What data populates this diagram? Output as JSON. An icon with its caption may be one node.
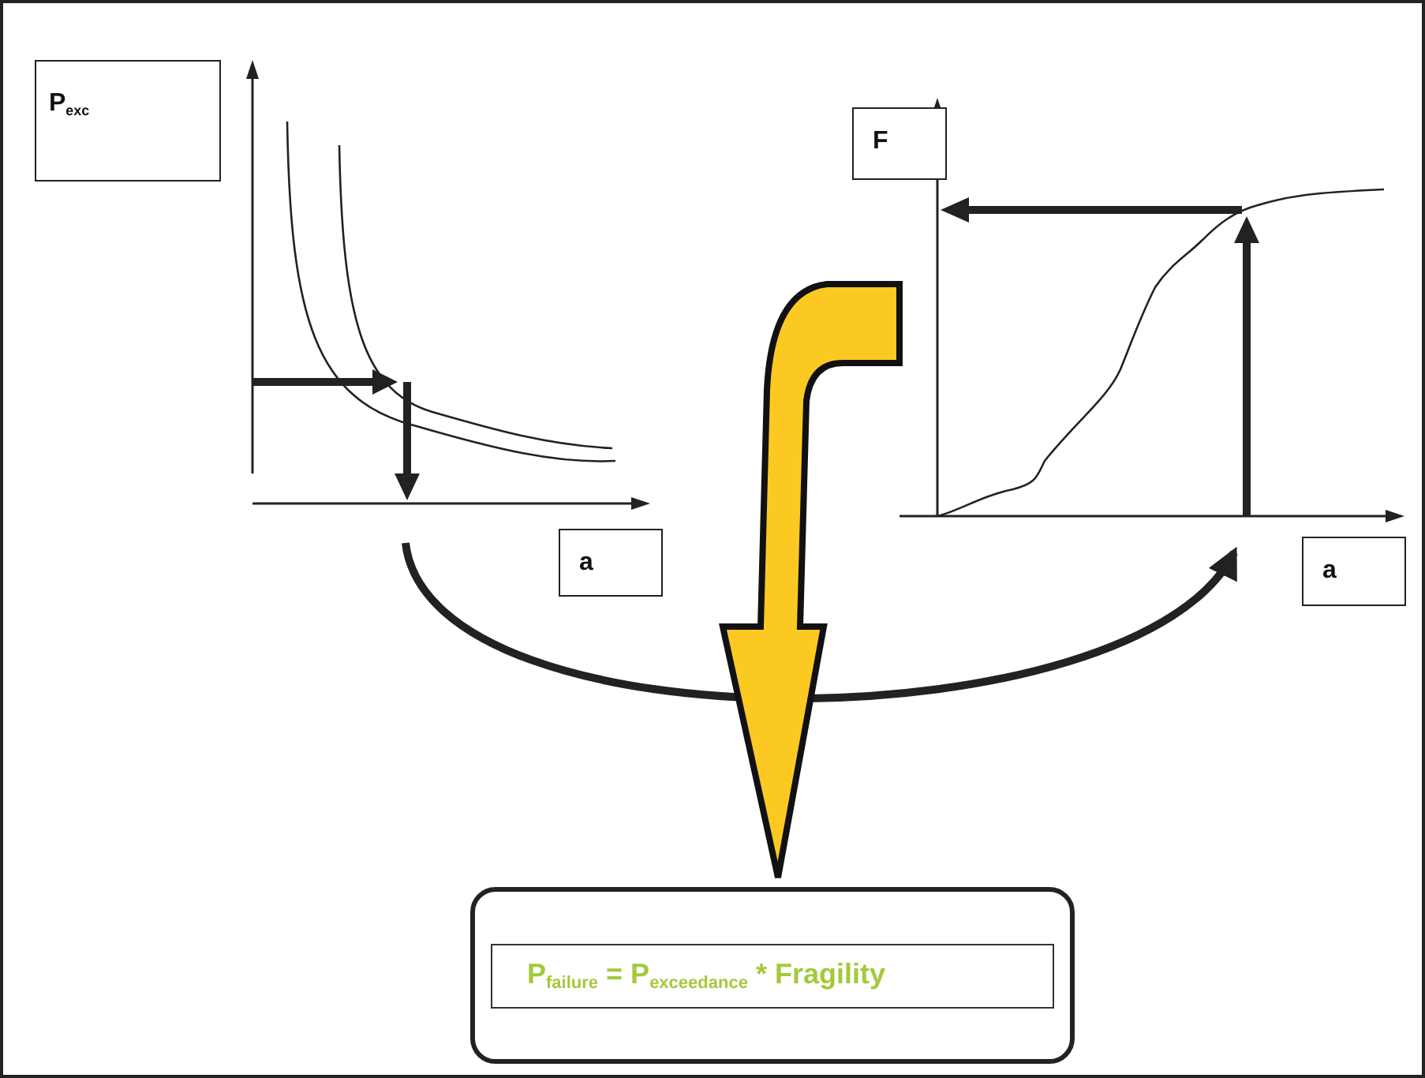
{
  "diagram": {
    "nodes": [
      {
        "text": [
          "P$_{exc}$"
        ]
      },
      {
        "text": [],
        "shape": "chart"
      },
      {
        "text": [
          "F"
        ]
      },
      {
        "text": [],
        "shape": "chart"
      },
      {
        "text": [
          "a"
        ]
      },
      {
        "text": [
          "a"
        ]
      },
      {
        "text": [
          "P$_{failure}$ = P$_{exceedance}$ * Fragility"
        ]
      }
    ],
    "edges": [
      {
        "from": 1,
        "to": 3,
        "arrow": "to"
      },
      {
        "from": null,
        "to": 6,
        "arrow": "to",
        "color": "#fcc923"
      }
    ]
  }
}
